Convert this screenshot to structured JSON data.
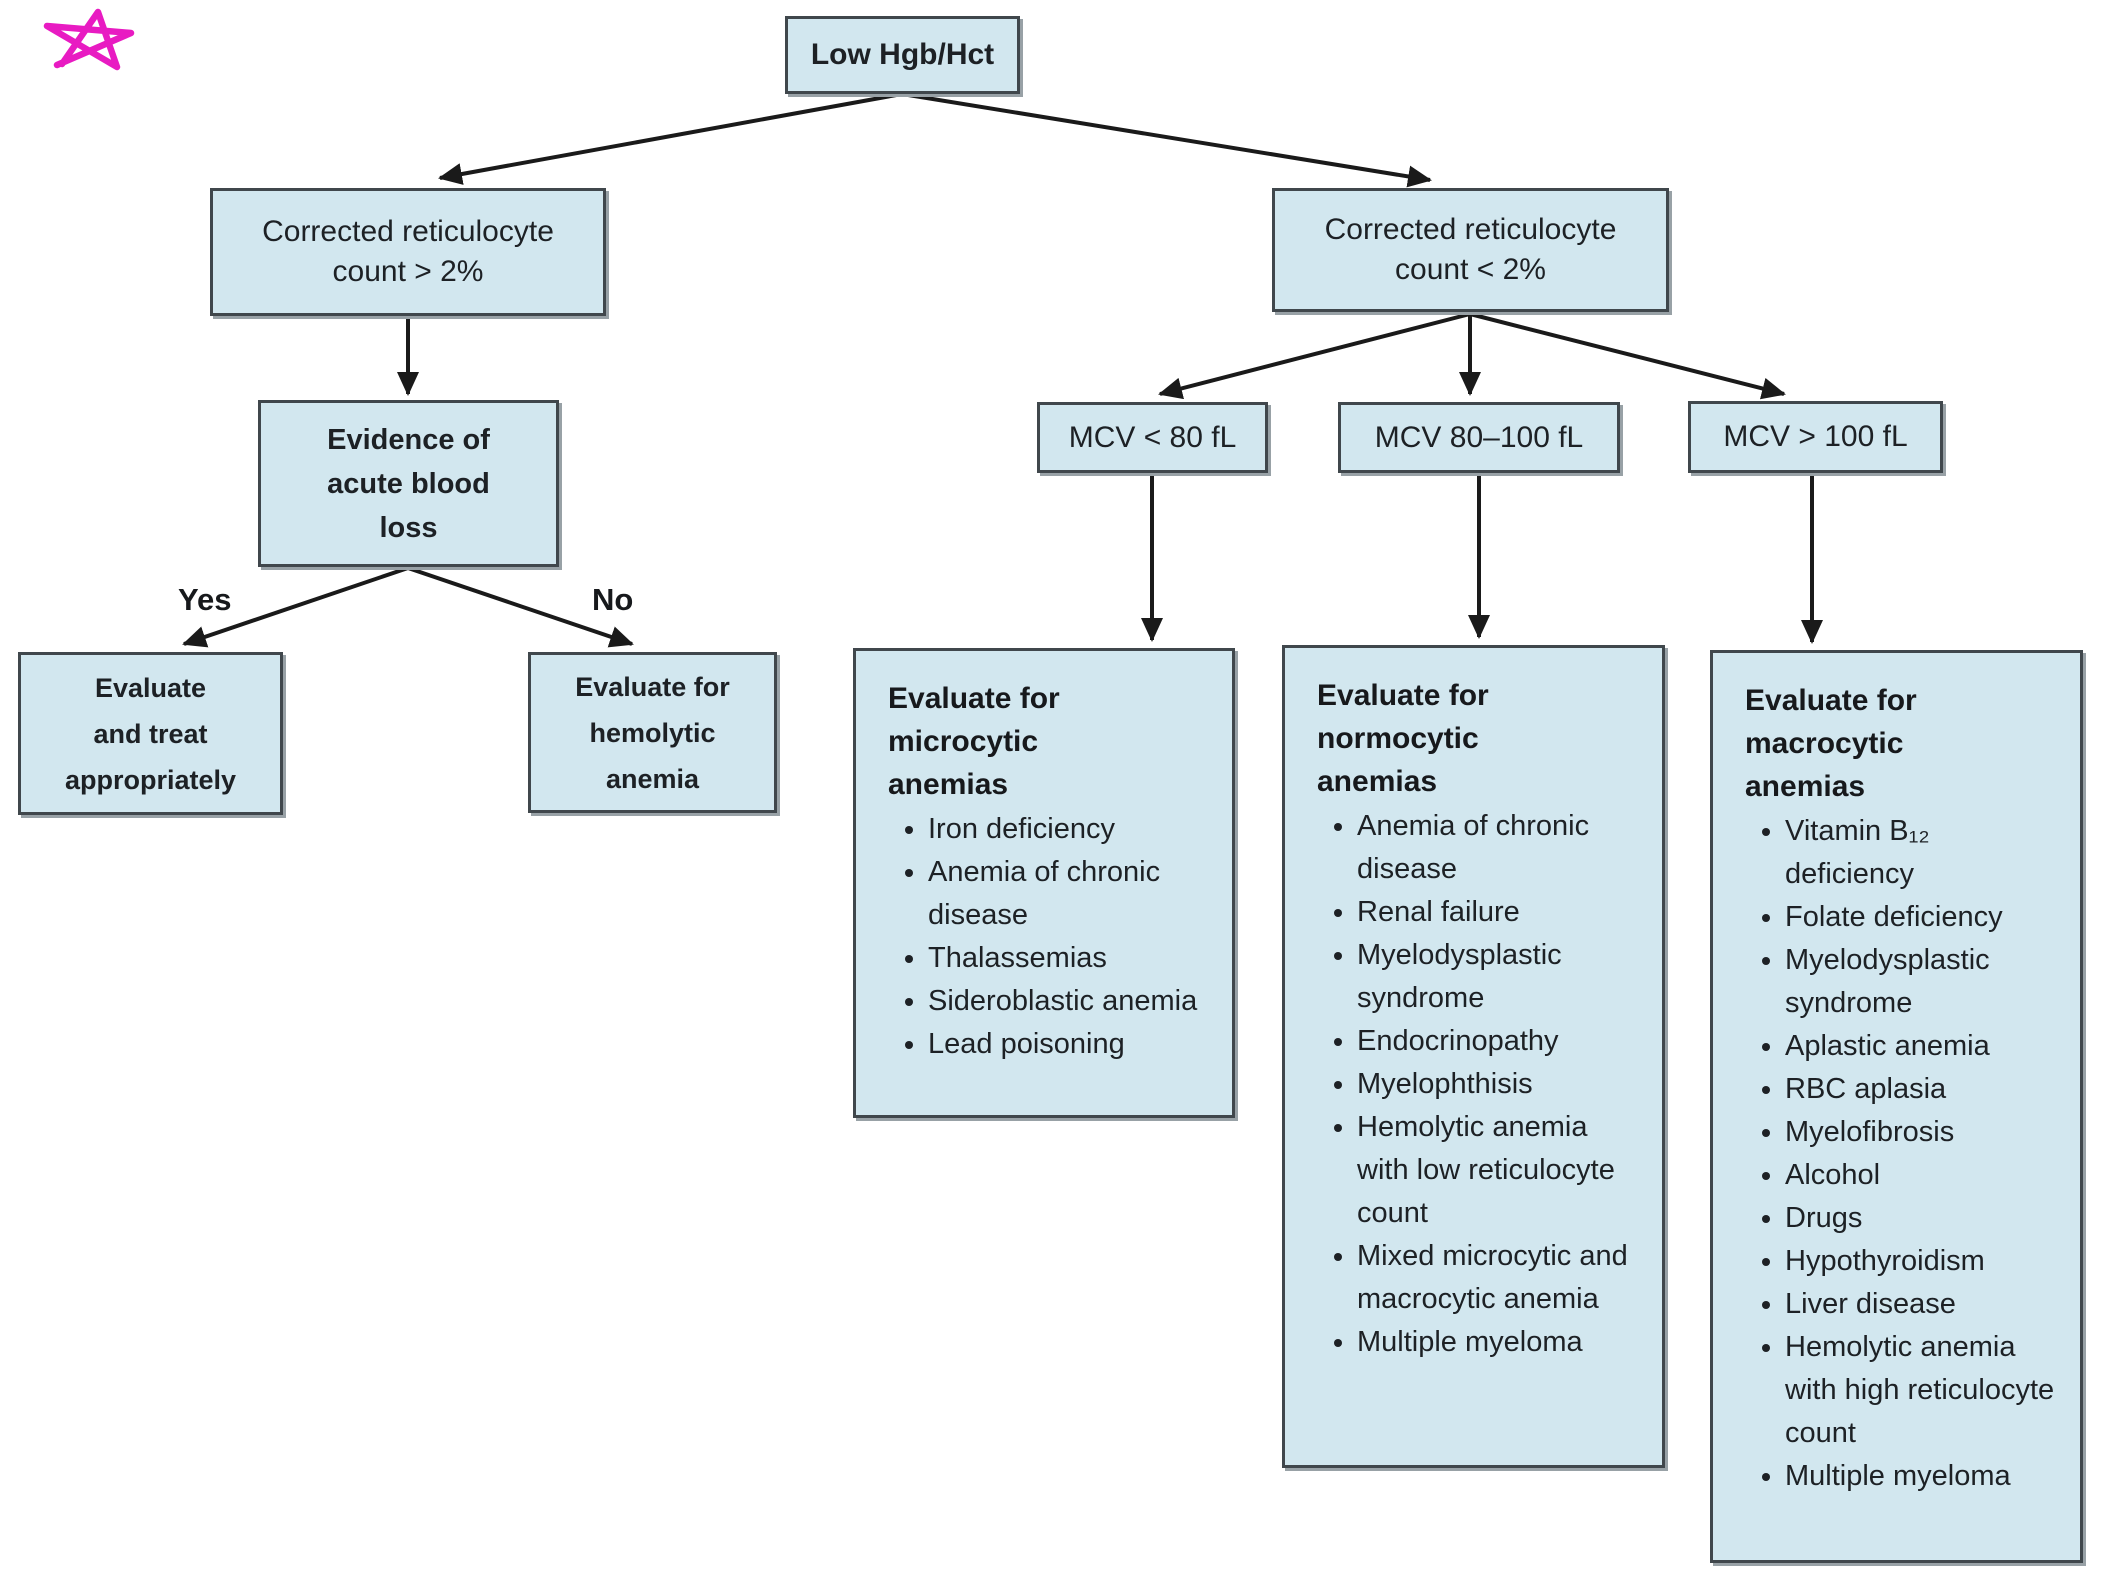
{
  "annotation": {
    "star_color": "#e81bc2"
  },
  "colors": {
    "box_fill": "#d2e7ef",
    "box_border": "#40474c",
    "box_shadow": "#98a1a6",
    "arrow": "#1a1a1a",
    "text": "#1d2125"
  },
  "nodes": {
    "root": "Low Hgb/Hct",
    "retic_high": "Corrected reticulocyte\ncount > 2%",
    "retic_low": "Corrected reticulocyte\ncount < 2%",
    "evidence": "Evidence of\nacute blood\nloss",
    "branch_yes": "Yes",
    "branch_no": "No",
    "eval_treat": "Evaluate\nand treat\nappropriately",
    "eval_hemolytic": "Evaluate for\nhemolytic\nanemia",
    "mcv_low": "MCV < 80 fL",
    "mcv_mid": "MCV 80–100 fL",
    "mcv_high": "MCV > 100 fL"
  },
  "microcytic": {
    "title": "Evaluate for\nmicrocytic\nanemias",
    "items": [
      "Iron deficiency",
      "Anemia of chronic disease",
      "Thalassemias",
      "Sideroblastic anemia",
      "Lead poisoning"
    ]
  },
  "normocytic": {
    "title": "Evaluate for\nnormocytic\nanemias",
    "items": [
      "Anemia of chronic disease",
      "Renal failure",
      "Myelodysplastic syndrome",
      "Endocrinopathy",
      "Myelophthisis",
      "Hemolytic anemia with low reticulocyte count",
      "Mixed microcytic and macrocytic anemia",
      "Multiple myeloma"
    ]
  },
  "macrocytic": {
    "title": "Evaluate for\nmacrocytic\nanemias",
    "items": [
      "Vitamin B₁₂ deficiency",
      "Folate deficiency",
      "Myelodysplastic syndrome",
      "Aplastic anemia",
      "RBC aplasia",
      "Myelofibrosis",
      "Alcohol",
      "Drugs",
      "Hypothyroidism",
      "Liver disease",
      "Hemolytic anemia with high reticulocyte count",
      "Multiple myeloma"
    ]
  }
}
